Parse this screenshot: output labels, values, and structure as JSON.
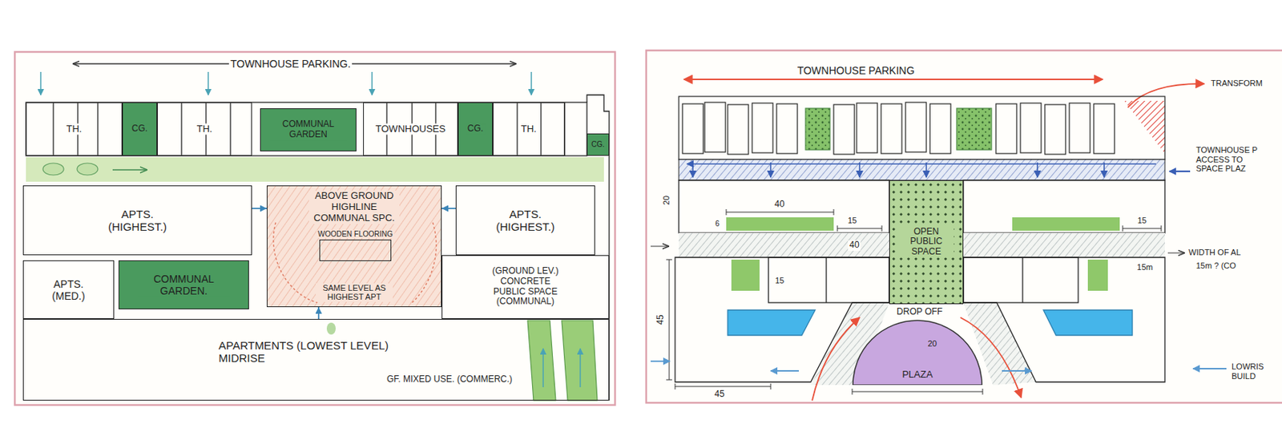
{
  "diagram": {
    "nodes": [
      {
        "text": [
          "TH."
        ]
      },
      {
        "text": [
          "CG."
        ]
      },
      {
        "text": [
          "TH."
        ]
      },
      {
        "text": [
          "COMMUNAL GARDEN"
        ]
      },
      {
        "text": [
          "TOWNHOUSES"
        ]
      },
      {
        "text": [
          "CG."
        ]
      },
      {
        "text": [
          "TH."
        ]
      },
      {
        "text": [
          "CG."
        ]
      },
      {
        "text": [
          "APTS. (HIGHEST.)"
        ]
      },
      {
        "text": [
          "ABOVE GROUND HIGHLINE COMMUNAL SPC.",
          "SAME LEVEL AS HIGHEST APT"
        ]
      },
      {
        "text": [
          "WOODEN FLOORING"
        ],
        "in": 9
      },
      {
        "text": [
          "APTS. (HIGHEST.)"
        ]
      },
      {
        "text": [
          "APTS. (MED.)"
        ]
      },
      {
        "text": [
          "COMMUNAL GARDEN."
        ]
      },
      {
        "text": [
          "(GROUND LEV.) CONCRETE PUBLIC SPACE (COMMUNAL)"
        ]
      },
      {
        "text": [
          "APARTMENTS (LOWEST LEVEL) MIDRISE",
          "GF. MIXED USE. (COMMERC.)"
        ]
      },
      {
        "text": [
          "OPEN PUBLIC SPACE"
        ]
      },
      {
        "text": [
          "PLAZA"
        ]
      }
    ],
    "edges": [
      {
        "from": 8,
        "to": 9,
        "arrow": "to"
      },
      {
        "from": 11,
        "to": 9,
        "arrow": "to"
      },
      {
        "from": 15,
        "to": 9,
        "arrow": "to"
      }
    ],
    "labels": [
      "TOWNHOUSE PARKING.",
      "TOWNHOUSE PARKING",
      "TRANSFORM",
      "TOWNHOUSE P ACCESS TO SPACE PLAZ",
      "20",
      "40",
      "6",
      "15",
      "15",
      "40",
      "WIDTH OF AL",
      "15m",
      "15m ? (CO",
      "15",
      "45",
      "45",
      "DROP OFF",
      "20",
      "LOWRIS BUILD"
    ]
  }
}
